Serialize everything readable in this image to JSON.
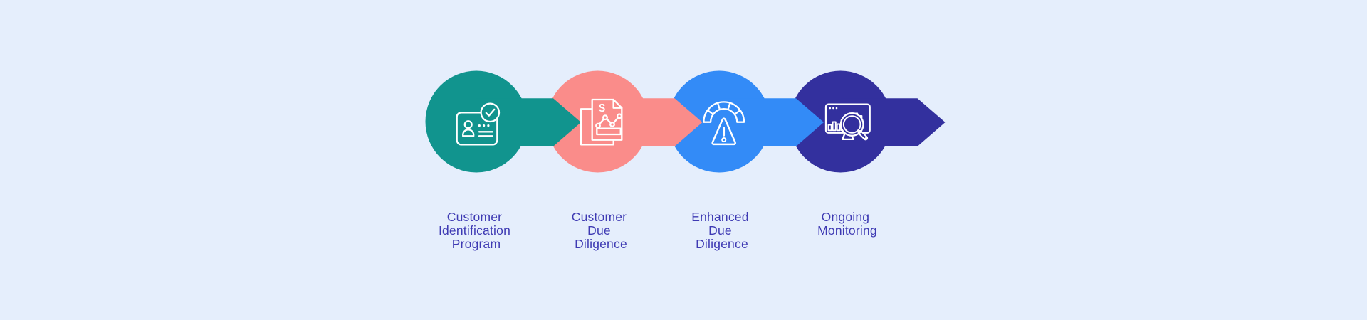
{
  "page": {
    "background": "#E5EEFC",
    "label_color": "#3E3AB3",
    "icon_color": "#FFFFFF"
  },
  "steps": [
    {
      "label_lines": [
        "Customer",
        "Identification",
        "Program"
      ],
      "color": "#11948E",
      "icon": "id-card-verified-icon"
    },
    {
      "label_lines": [
        "Customer",
        "Due",
        "Diligence"
      ],
      "color": "#FA8C8A",
      "icon": "financial-report-icon"
    },
    {
      "label_lines": [
        "Enhanced",
        "Due",
        "Diligence"
      ],
      "color": "#338BF7",
      "icon": "risk-gauge-warning-icon"
    },
    {
      "label_lines": [
        "Ongoing",
        "Monitoring"
      ],
      "color": "#33309E",
      "icon": "monitor-magnifier-icon"
    },
    {
      "icon_dollar_glyph": "$"
    }
  ]
}
